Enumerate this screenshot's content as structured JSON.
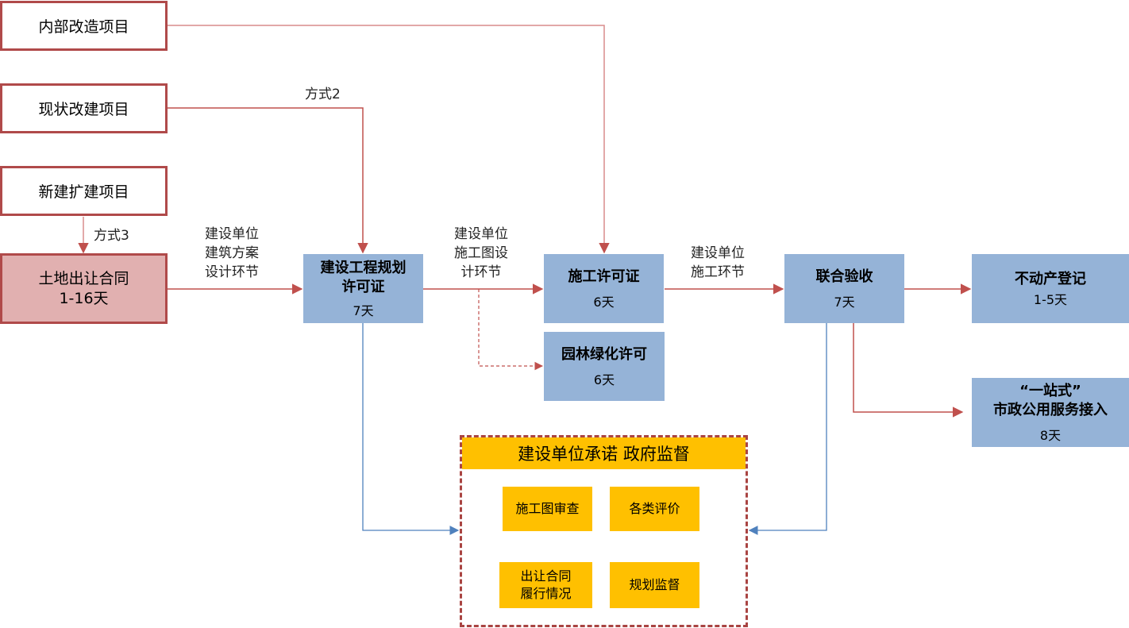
{
  "colors": {
    "red_line": "#c0504d",
    "blue_line": "#4f81bd",
    "blue_box": "#95b3d7",
    "source_border": "#b04a4a",
    "land_fill": "#e1b0b0",
    "commit_fill": "#ffc000"
  },
  "sources": [
    {
      "label": "内部改造项目"
    },
    {
      "label": "现状改建项目"
    },
    {
      "label": "新建扩建项目"
    }
  ],
  "land_contract": {
    "title": "土地出让合同",
    "duration": "1-16天"
  },
  "edge_labels": {
    "mode2": "方式2",
    "mode3": "方式3",
    "design_stage": "建设单位\n建筑方案\n设计环节",
    "drawing_stage": "建设单位\n施工图设\n计环节",
    "construction_stage": "建设单位\n施工环节"
  },
  "steps": {
    "planning_permit": {
      "title": "建设工程规划\n许可证",
      "duration": "7天"
    },
    "construction_permit": {
      "title": "施工许可证",
      "duration": "6天"
    },
    "greening_permit": {
      "title": "园林绿化许可",
      "duration": "6天"
    },
    "joint_acceptance": {
      "title": "联合验收",
      "duration": "7天"
    },
    "property_registration": {
      "title": "不动产登记",
      "duration": "1-5天"
    },
    "utility_access": {
      "title": "“一站式”\n市政公用服务接入",
      "duration": "8天"
    }
  },
  "commitment": {
    "title": "建设单位承诺  政府监督",
    "items": [
      "施工图审查",
      "各类评价",
      "出让合同\n履行情况",
      "规划监督"
    ]
  }
}
